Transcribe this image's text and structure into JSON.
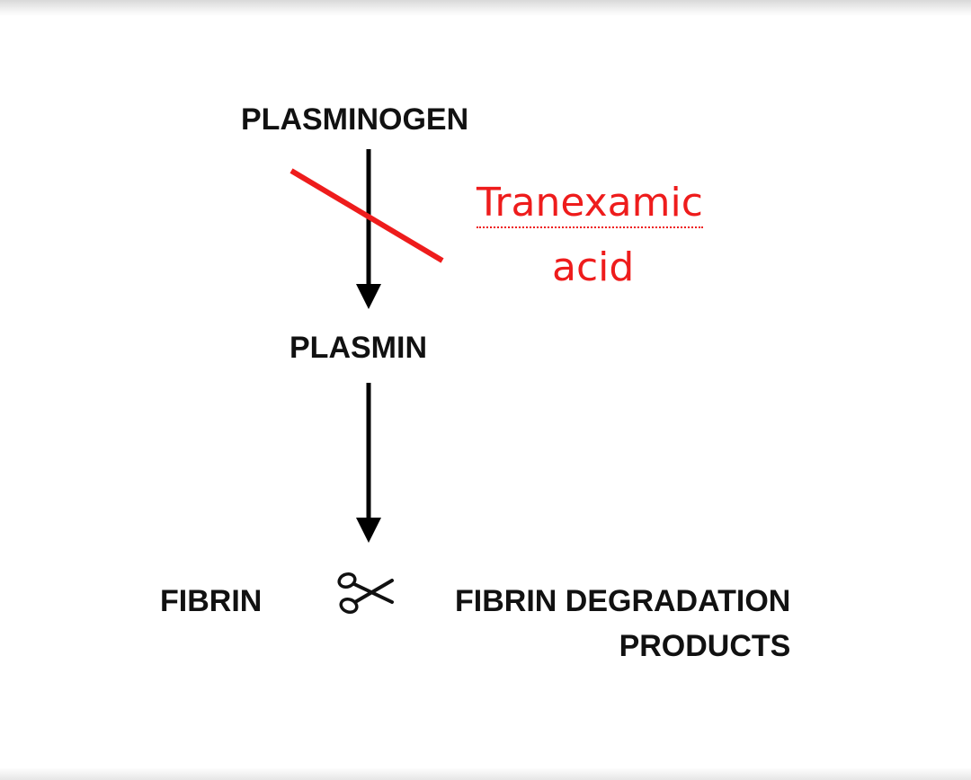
{
  "diagram": {
    "nodes": {
      "plasminogen": "PLASMINOGEN",
      "plasmin": "PLASMIN",
      "fibrin": "FIBRIN",
      "fdp_line1": "FIBRIN DEGRADATION",
      "fdp_line2": "PRODUCTS"
    },
    "inhibitor": {
      "line1": "Tranexamic",
      "line2": "acid",
      "color": "#ee1c1c"
    },
    "icons": {
      "cleave": "scissors-icon"
    },
    "colors": {
      "text": "#111111",
      "arrow": "#000000",
      "inhibition": "#ee1c1c"
    }
  }
}
